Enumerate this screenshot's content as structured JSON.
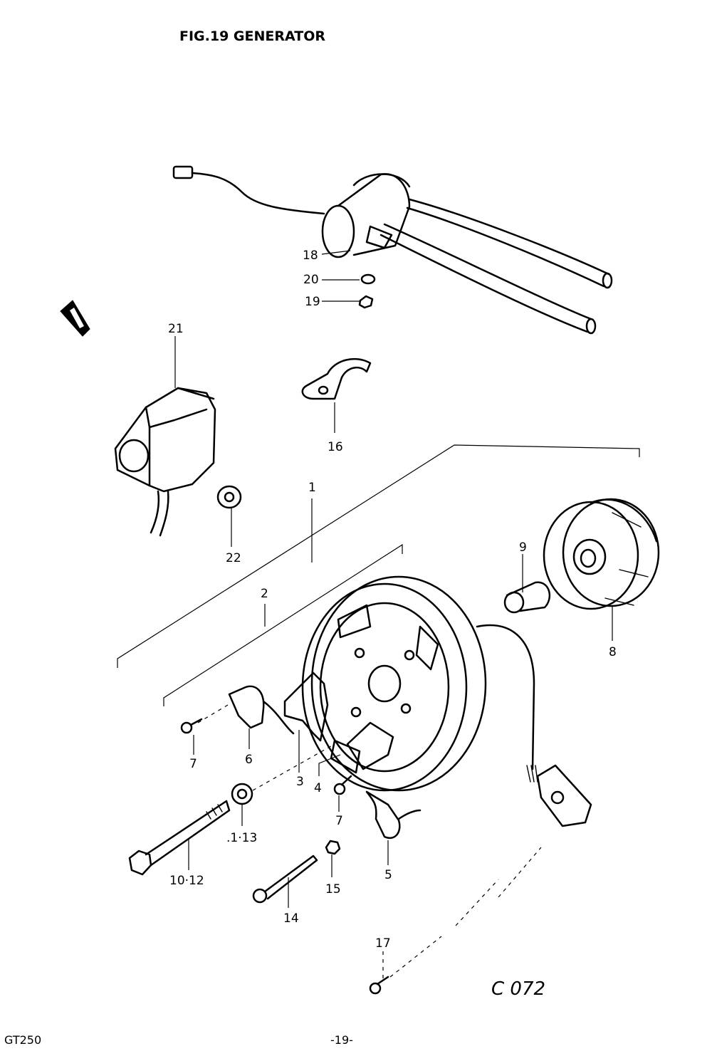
{
  "header": {
    "title": "FIG.19  GENERATOR"
  },
  "footer": {
    "model": "GT250",
    "page": "-19-"
  },
  "diagram_code": "C 072",
  "callouts": {
    "c1": "1",
    "c2": "2",
    "c3": "3",
    "c4": "4",
    "c5": "5",
    "c6": "6",
    "c7a": "7",
    "c7b": "7",
    "c8": "8",
    "c9": "9",
    "c10_12": "10·12",
    "c11_13": ".1·13",
    "c14": "14",
    "c15": "15",
    "c16": "16",
    "c17": "17",
    "c18": "18",
    "c19": "19",
    "c20": "20",
    "c21": "21",
    "c22": "22"
  }
}
